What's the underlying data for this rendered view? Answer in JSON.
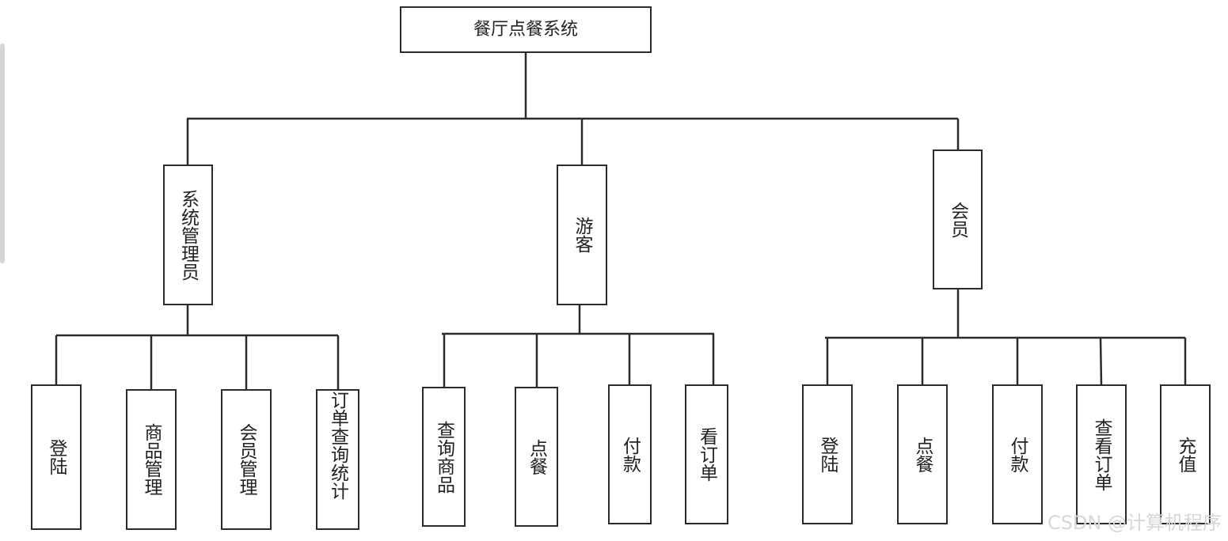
{
  "root": {
    "label": "餐厅点餐系统"
  },
  "branches": [
    {
      "label": "系统管理员",
      "children": [
        "登陆",
        "商品管理",
        "会员管理",
        "订单查询统计"
      ]
    },
    {
      "label": "游客",
      "children": [
        "查询商品",
        "点餐",
        "付款",
        "看订单"
      ]
    },
    {
      "label": "会员",
      "children": [
        "登陆",
        "点餐",
        "付款",
        "查看订单",
        "充值"
      ]
    }
  ],
  "watermark": "CSDN @计算机程序"
}
